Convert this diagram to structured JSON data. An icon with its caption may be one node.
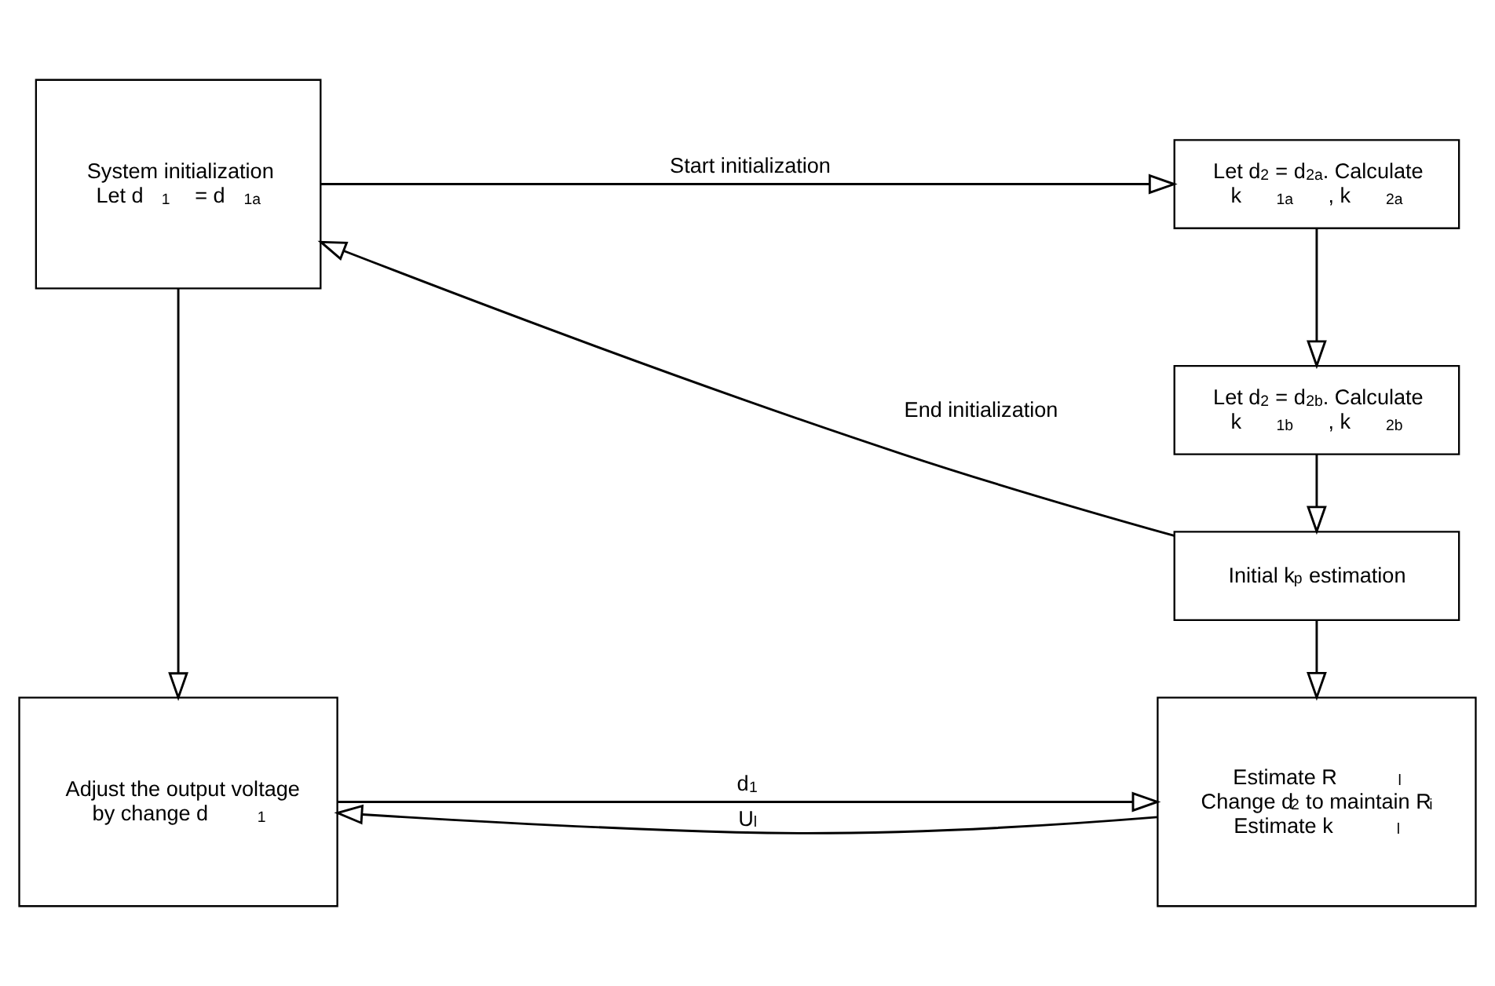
{
  "diagram": {
    "nodes": [
      {
        "text": [
          "System initialization",
          "Let d$_{1}$ = d$_{1a}$"
        ]
      },
      {
        "text": [
          "Let d$_{2}$ = d$_{2a}$. Calculate k$_{1a}$, k$_{2a}$"
        ]
      },
      {
        "text": [
          "Let d$_{2}$ = d$_{2b}$. Calculate k$_{1b}$, k$_{2b}$"
        ]
      },
      {
        "text": [
          "Initial k$_{p}$ estimation"
        ]
      },
      {
        "text": [
          "Adjust the output voltage by change d$_{1}$"
        ]
      },
      {
        "text": [
          "Estimate R$_{l}$",
          "Change d$_{2}$ to maintain R$_{i}$",
          "Estimate k$_{l}$"
        ]
      }
    ],
    "edges": [
      {
        "from": 0,
        "to": 1,
        "arrow": "to",
        "label": "Start initialization"
      },
      {
        "from": 1,
        "to": 2,
        "arrow": "to"
      },
      {
        "from": 2,
        "to": 3,
        "arrow": "to"
      },
      {
        "from": 3,
        "to": 0,
        "arrow": "to",
        "label": "End initialization"
      },
      {
        "from": 0,
        "to": 4,
        "arrow": "to"
      },
      {
        "from": 3,
        "to": 5,
        "arrow": "to"
      },
      {
        "from": 4,
        "to": 5,
        "arrow": "to",
        "label": "d$_{1}$"
      },
      {
        "from": 5,
        "to": 4,
        "arrow": "to",
        "label": "U$_{l}$"
      }
    ]
  }
}
